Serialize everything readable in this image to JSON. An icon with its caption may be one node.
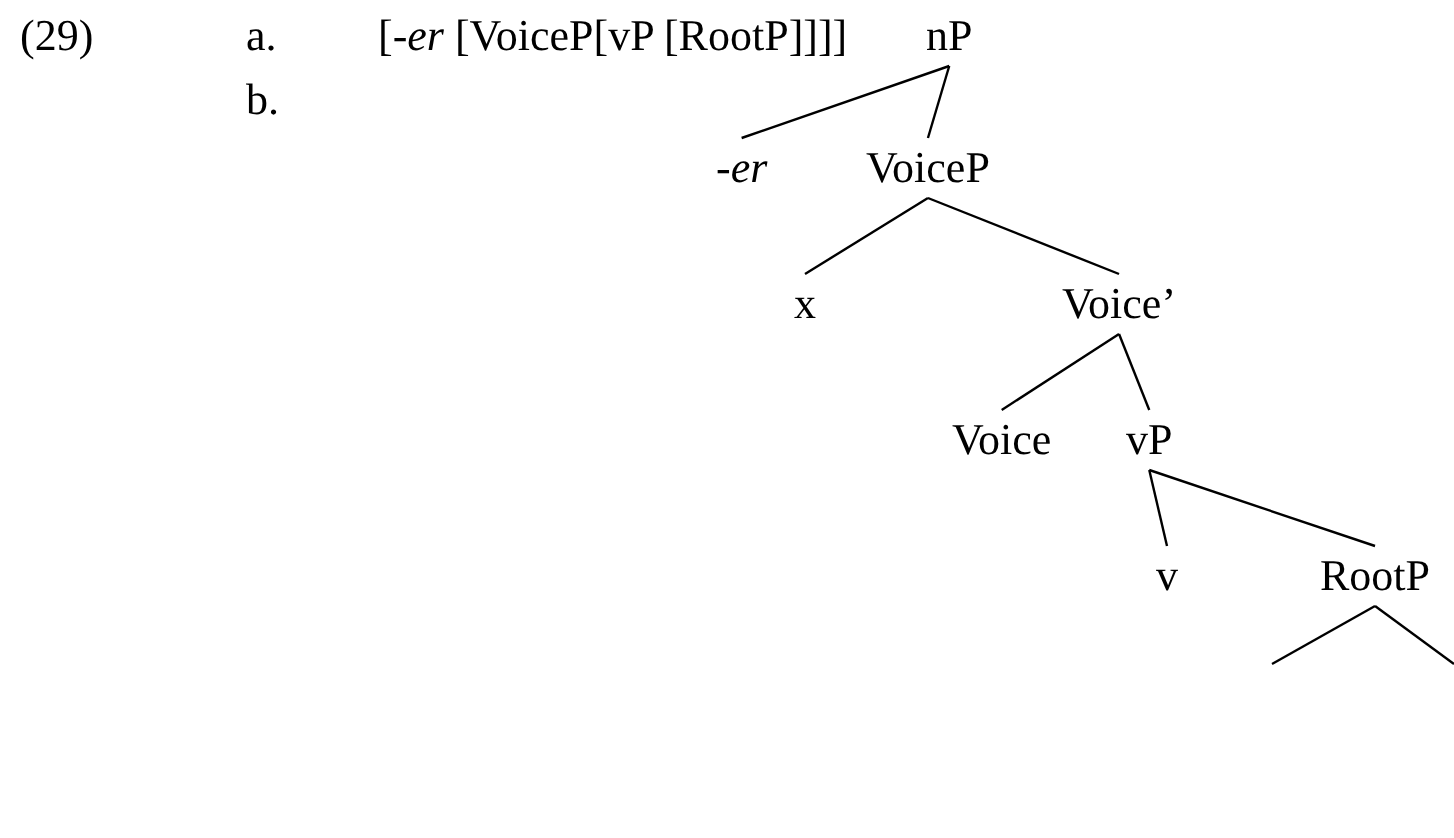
{
  "diagram": {
    "nodes": [
      {
        "text": [
          "nP"
        ]
      },
      {
        "text": [
          "-*er*"
        ]
      },
      {
        "text": [
          "VoiceP"
        ]
      },
      {
        "text": [
          "x"
        ]
      },
      {
        "text": [
          "Voice’"
        ]
      },
      {
        "text": [
          "Voice"
        ]
      },
      {
        "text": [
          "vP"
        ]
      },
      {
        "text": [
          "v"
        ]
      },
      {
        "text": [
          "RootP"
        ]
      }
    ],
    "edges": [
      {
        "from": 0,
        "to": 1,
        "arrow": "none"
      },
      {
        "from": 0,
        "to": 2,
        "arrow": "none"
      },
      {
        "from": 2,
        "to": 3,
        "arrow": "none"
      },
      {
        "from": 2,
        "to": 4,
        "arrow": "none"
      },
      {
        "from": 4,
        "to": 5,
        "arrow": "none"
      },
      {
        "from": 4,
        "to": 6,
        "arrow": "none"
      },
      {
        "from": 6,
        "to": 7,
        "arrow": "none"
      },
      {
        "from": 6,
        "to": 8,
        "arrow": "none"
      },
      {
        "from": 8,
        "to": null,
        "arrow": "none"
      },
      {
        "from": 8,
        "to": null,
        "arrow": "none"
      }
    ],
    "labels": [
      "(29)",
      "a.",
      "[-*er* [VoiceP[vP [RootP]]]]",
      "b."
    ]
  }
}
